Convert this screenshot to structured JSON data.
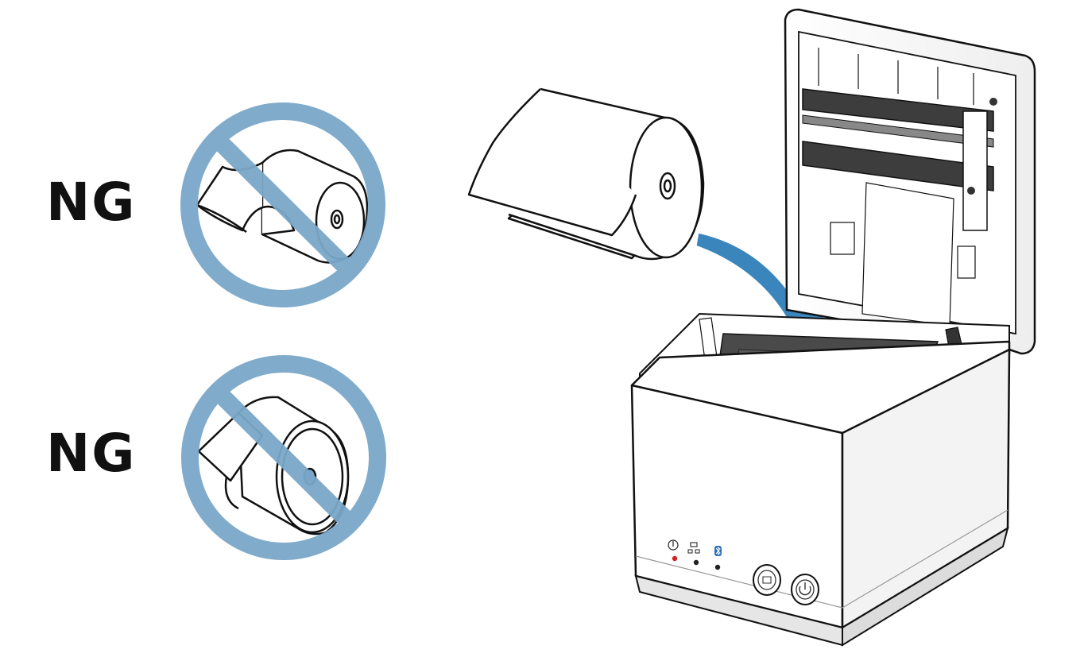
{
  "warnings": [
    {
      "label": "NG",
      "icon": "prohibited-sign-icon",
      "depicts": "paper-roll-wrong-orientation-icon"
    },
    {
      "label": "NG",
      "icon": "prohibited-sign-icon",
      "depicts": "paper-roll-wrong-orientation-icon"
    }
  ],
  "colors": {
    "prohibition": "#7AA7C9",
    "arrow": "#3A86BC",
    "outline": "#111111",
    "printer_body": "#ffffff",
    "printer_inner": "#5a5a5a"
  },
  "printer": {
    "indicators": [
      "power-indicator-icon",
      "network-indicator-icon",
      "bluetooth-indicator-icon"
    ],
    "buttons": [
      "feed-button",
      "power-button"
    ]
  }
}
